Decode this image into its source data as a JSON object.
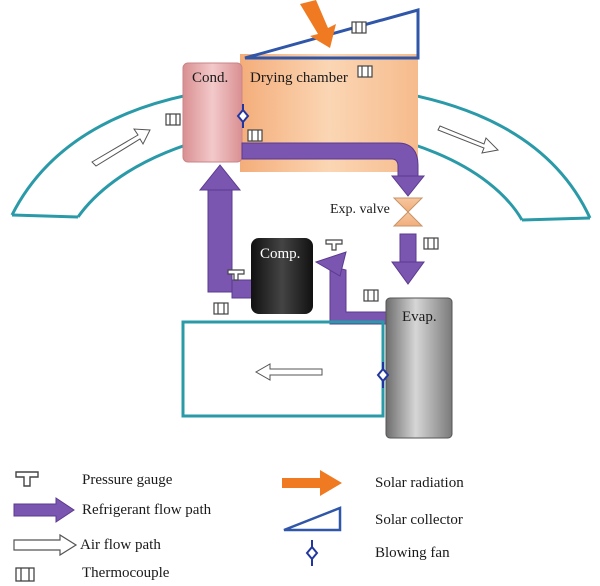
{
  "labels": {
    "condenser": "Cond.",
    "drying_chamber": "Drying chamber",
    "exp_valve": "Exp. valve",
    "compressor": "Comp.",
    "evaporator": "Evap."
  },
  "legend": {
    "pressure_gauge": "Pressure gauge",
    "refrigerant_flow": "Refrigerant flow path",
    "air_flow": "Air flow path",
    "thermocouple": "Thermocouple",
    "solar_radiation": "Solar radiation",
    "solar_collector": "Solar collector",
    "blowing_fan": "Blowing fan"
  },
  "colors": {
    "refrigerant": "#7b56b0",
    "air_duct": "#2a9aa8",
    "solar": "#ef7a22",
    "collector": "#2f56a8",
    "fan": "#2236a0",
    "chamber": "#f7c29a",
    "condenser": "#e2a4a6"
  }
}
